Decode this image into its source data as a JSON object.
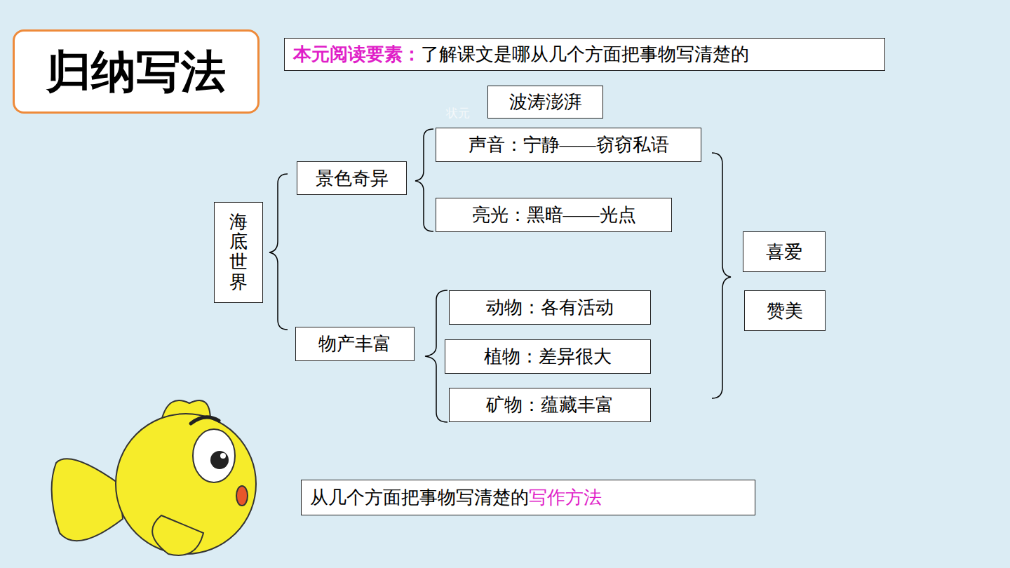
{
  "diagram": {
    "title": "归纳写法",
    "nodes": [
      {
        "text": [
          "归纳写法"
        ]
      },
      {
        "text": [
          "本元阅读要素：",
          "了解课文是哪从几个方面把事物写清楚的"
        ]
      },
      {
        "text": [
          "波涛澎湃"
        ]
      },
      {
        "text": [
          "海底世界"
        ]
      },
      {
        "text": [
          "景色奇异"
        ]
      },
      {
        "text": [
          "声音：宁静——窃窃私语"
        ]
      },
      {
        "text": [
          "亮光：黑暗——光点"
        ]
      },
      {
        "text": [
          "物产丰富"
        ]
      },
      {
        "text": [
          "动物：各有活动"
        ]
      },
      {
        "text": [
          "植物：差异很大"
        ]
      },
      {
        "text": [
          "矿物：蕴藏丰富"
        ]
      },
      {
        "text": [
          "喜爱"
        ]
      },
      {
        "text": [
          "赞美"
        ]
      },
      {
        "text": [
          "从几个方面把事物写清楚的",
          "写作方法"
        ]
      }
    ],
    "labels": [
      "状元"
    ]
  }
}
